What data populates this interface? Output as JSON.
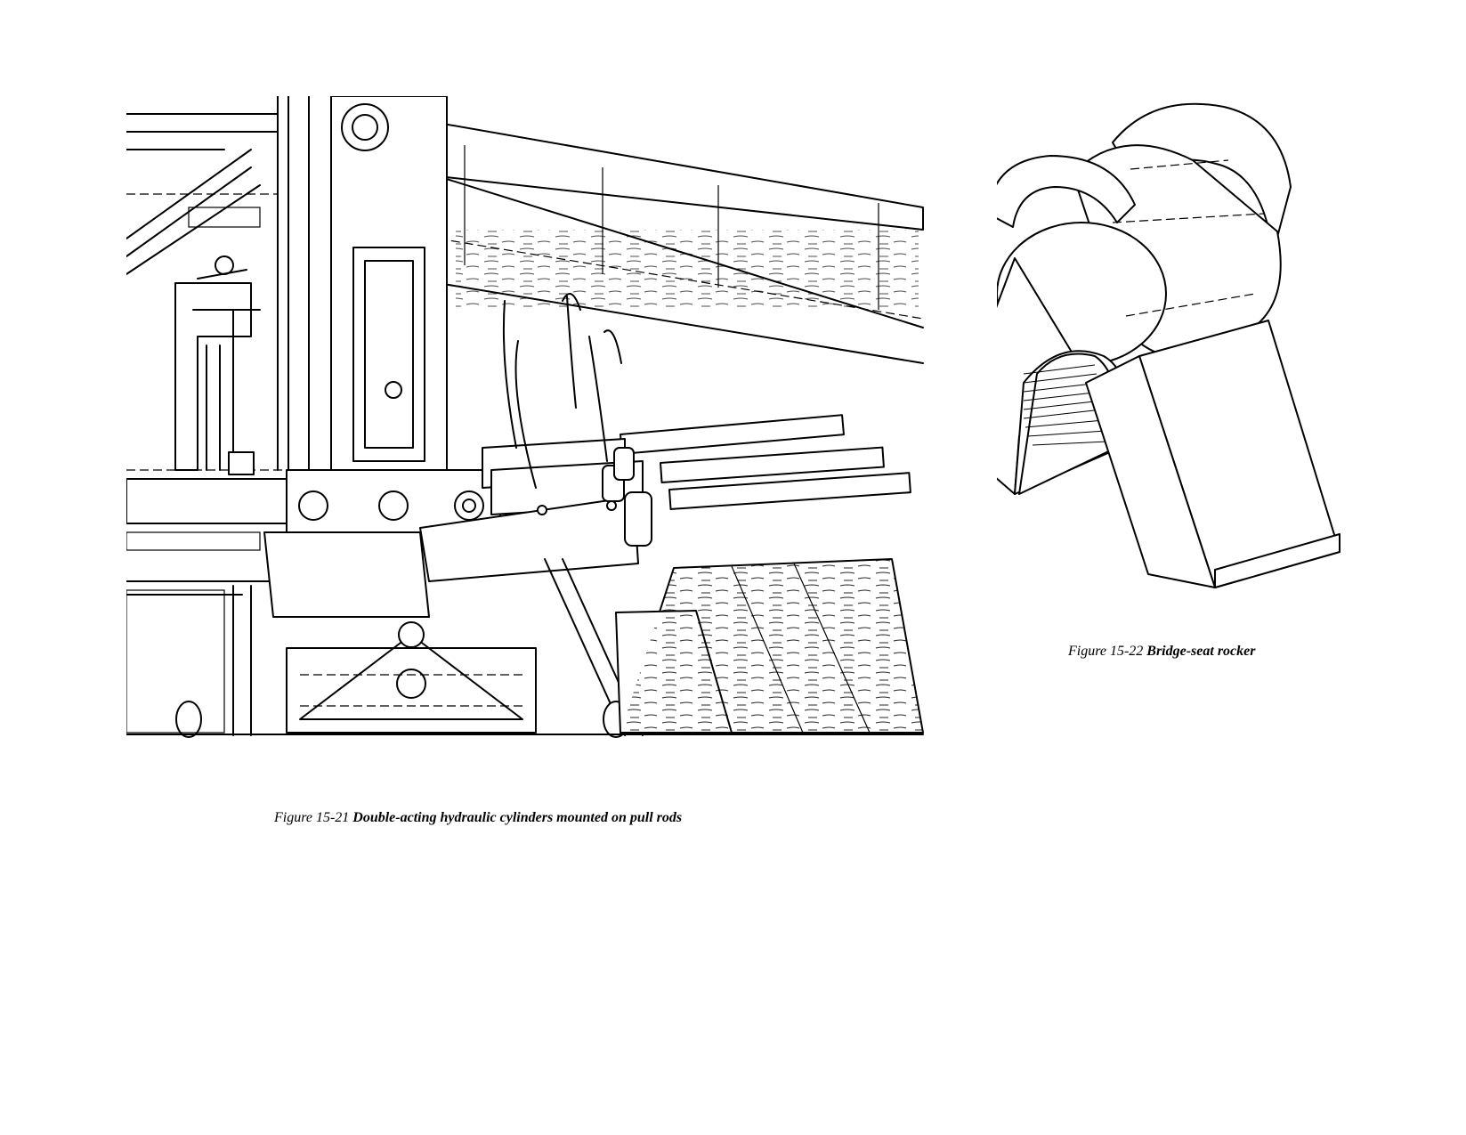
{
  "figures": [
    {
      "id": "fig-15-21",
      "caption_number": "Figure 15-21",
      "caption_text": "Double-acting hydraulic cylinders mounted on pull rods"
    },
    {
      "id": "fig-15-22",
      "caption_number": "Figure 15-22",
      "caption_text": "Bridge-seat rocker"
    }
  ]
}
